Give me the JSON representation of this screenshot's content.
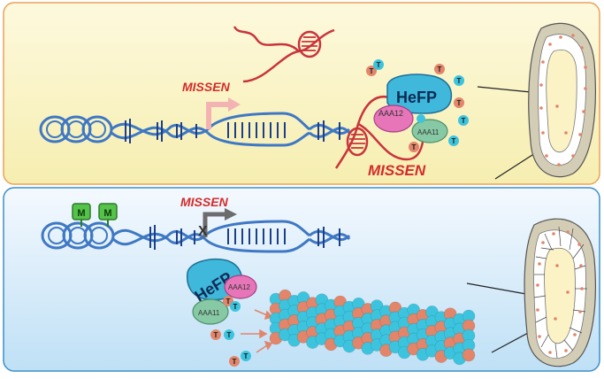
{
  "top_panel": {
    "missen_arrow_label": "MISSEN",
    "missen_rna_label": "MISSEN",
    "protein_label": "HeFP",
    "domain_a": "AAA12",
    "domain_b": "AAA11",
    "particle_label": "T"
  },
  "bottom_panel": {
    "missen_label": "MISSEN",
    "silenced_mark": "X",
    "methyl_mark": "M",
    "protein_label": "HeFP",
    "domain_a": "AAA12",
    "domain_b": "AAA11",
    "particle_label": "T"
  },
  "colors": {
    "top_bg_start": "#fdf9dd",
    "top_bg_end": "#f6eeb0",
    "top_border": "#e9a35a",
    "bottom_bg_start": "#f4f9fe",
    "bottom_bg_end": "#bfe0f6",
    "bottom_border": "#3c8fc8",
    "dna": "#3e78c4",
    "dna_dark": "#1c3f8a",
    "rna": "#c9333a",
    "missen_text": "#d42b2b",
    "active_arrow": "#f4b3b3",
    "silenced_arrow": "#6c6c6c",
    "hefp": "#3fb8dc",
    "aaa12": "#e676b8",
    "aaa11": "#86c9a4",
    "particle_cyan": "#3cc4de",
    "particle_salmon": "#e2856a",
    "methyl": "#55c24a"
  }
}
